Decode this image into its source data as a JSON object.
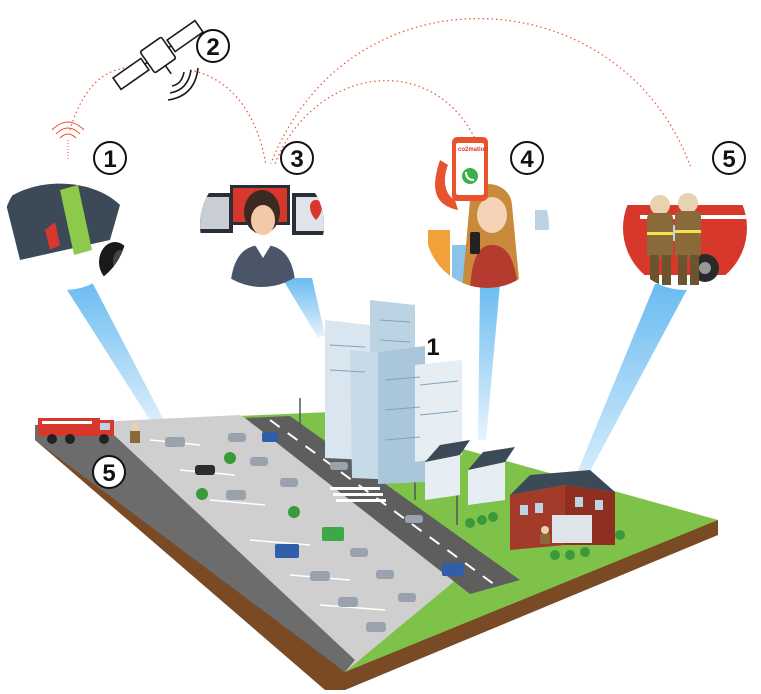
{
  "labels": {
    "step_1": "1",
    "step_2": "2",
    "step_3": "3",
    "step_4": "4",
    "step_5_top": "5",
    "step_5_ground": "5",
    "building_number": "1"
  },
  "phone_screen_text": "co2mation",
  "colors": {
    "signal_arc": "#e8532e",
    "beam": "#5ab4f0",
    "asphalt": "#6c6c6c",
    "pavement": "#cfcfcf",
    "grass": "#7ec24a",
    "soil": "#7a4a25",
    "fire_red": "#d8372b",
    "building_blue": "#bcd3e4"
  },
  "icons": [
    "smoke-detector-icon",
    "satellite-icon",
    "dispatcher-monitors-icon",
    "phone-call-icon",
    "firefighters-icon",
    "fire-truck-icon",
    "fire-station-icon"
  ]
}
